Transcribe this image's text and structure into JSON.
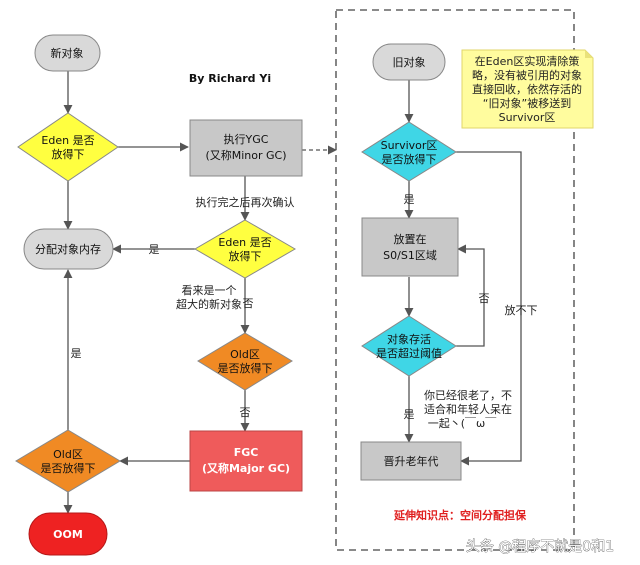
{
  "author": "By Richard Yi",
  "nodes": {
    "new_object": "新对象",
    "eden_check_1": [
      "Eden 是否",
      "放得下"
    ],
    "exec_ygc": [
      "执行YGC",
      "(又称Minor GC)"
    ],
    "allocate": "分配对象内存",
    "eden_check_2": [
      "Eden 是否",
      "放得下"
    ],
    "old_check_1": [
      "Old区",
      "是否放得下"
    ],
    "fgc": [
      "FGC",
      "(又称Major GC)"
    ],
    "old_check_2": [
      "Old区",
      "是否放得下"
    ],
    "oom": "OOM",
    "old_object": "旧对象",
    "survivor_check": [
      "Survivor区",
      "是否放得下"
    ],
    "place_s0s1": [
      "放置在",
      "S0/S1区域"
    ],
    "age_check": [
      "对象存活",
      "是否超过阈值"
    ],
    "promote_old": "晋升老年代"
  },
  "edge_labels": {
    "recheck": "执行完之后再次确认",
    "yes_allocate": "是",
    "big_object": [
      "看来是一个",
      "超大的新对象"
    ],
    "no_eden2": "否",
    "no_old1": "否",
    "yes_old2": "是",
    "yes_survivor": "是",
    "no_age": "否",
    "no_fit": "放不下",
    "yes_age": "是"
  },
  "notes": {
    "eden_note": [
      "在Eden区实现清除策",
      "略，没有被引用的对象",
      "直接回收，依然存活的",
      "“旧对象”被移送到",
      "Survivor区"
    ],
    "old_comment": [
      "你已经很老了，不",
      "适合和年轻人呆在",
      "一起丶(￣ω￣"
    ]
  },
  "footer": "延伸知识点：空间分配担保",
  "watermark": "头条 @程序不就是0和1",
  "colors": {
    "start": "#d9d9d9",
    "eden_decision": "#ffff40",
    "process": "#c8c8c8",
    "old_decision": "#f08a24",
    "fgc": "#ef5b5b",
    "oom": "#ee2222",
    "survivor_decision": "#3fd6e6",
    "note": "#fffc9e",
    "line": "#555555"
  }
}
